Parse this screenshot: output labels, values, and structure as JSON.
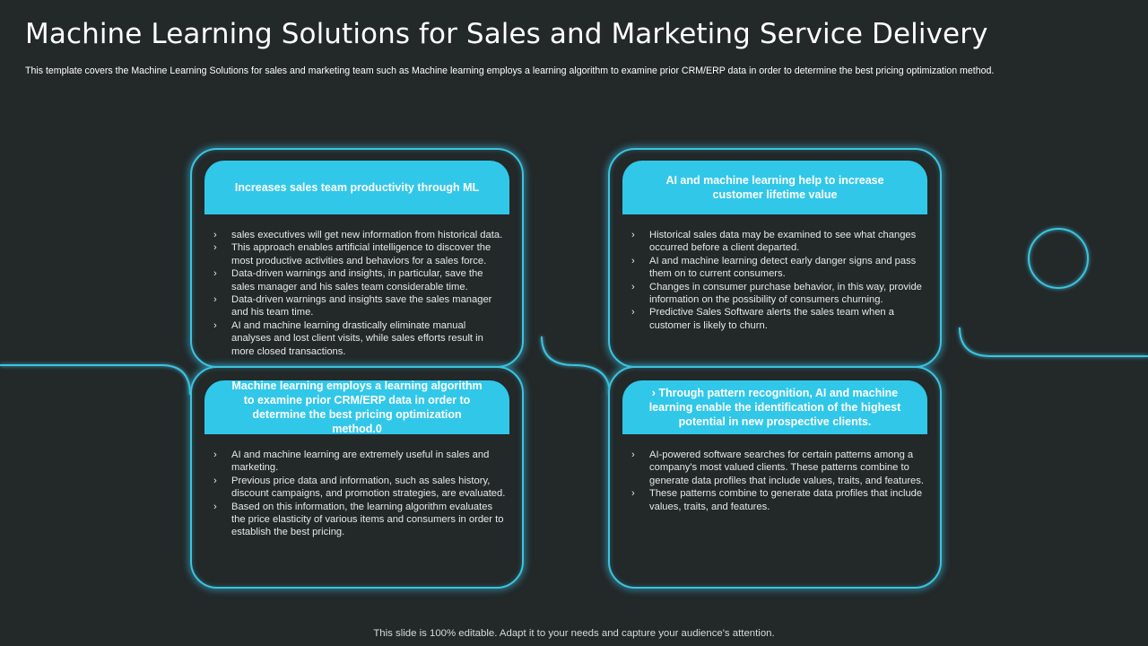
{
  "header": {
    "title": "Machine Learning Solutions for Sales and Marketing Service Delivery",
    "subtitle": "This template covers the Machine Learning Solutions for sales and marketing team such as Machine learning employs a learning algorithm to examine prior CRM/ERP data in order to determine the best pricing optimization method."
  },
  "cards": [
    {
      "heading": "Increases sales team productivity through ML",
      "bullets": [
        "sales executives will get new information from historical data.",
        "This approach enables artificial intelligence to discover the most productive activities and behaviors for a sales force.",
        "Data-driven warnings and insights, in particular, save the sales manager and his sales team considerable time.",
        "Data-driven warnings and insights save the sales manager and his team time.",
        "AI and machine learning drastically eliminate manual analyses and lost client visits, while sales efforts result in more closed transactions."
      ]
    },
    {
      "heading": "AI and machine learning help to increase customer lifetime value",
      "bullets": [
        "Historical sales data may be examined to see what changes occurred before a client departed.",
        "AI and machine learning detect early danger signs and pass them on to current consumers.",
        "Changes in consumer purchase behavior, in this way, provide information on the possibility of consumers churning.",
        "Predictive Sales Software alerts the sales team when a customer is likely to churn."
      ]
    },
    {
      "heading": "Machine learning employs a learning algorithm to examine prior CRM/ERP data in order to determine the best pricing optimization method.0",
      "bullets": [
        "AI and machine learning are extremely useful in sales and marketing.",
        "Previous price data and information, such as sales history, discount campaigns, and promotion strategies, are evaluated.",
        "Based on this information, the learning algorithm evaluates the price elasticity of various items and consumers in order to establish the best pricing."
      ]
    },
    {
      "heading": "› Through pattern recognition, AI and machine learning enable the identification of the highest potential in new prospective clients.",
      "bullets": [
        "AI-powered software searches for certain patterns among a company's most valued clients. These patterns combine to generate data profiles that include values, traits, and features.",
        "These patterns combine to generate data profiles that include values, traits, and features."
      ]
    }
  ],
  "footer": {
    "note": "This slide is 100% editable. Adapt it to your needs and capture your audience's attention."
  },
  "colors": {
    "background": "#232829",
    "accent": "#31c7e9",
    "glow": "#3cc3df"
  }
}
